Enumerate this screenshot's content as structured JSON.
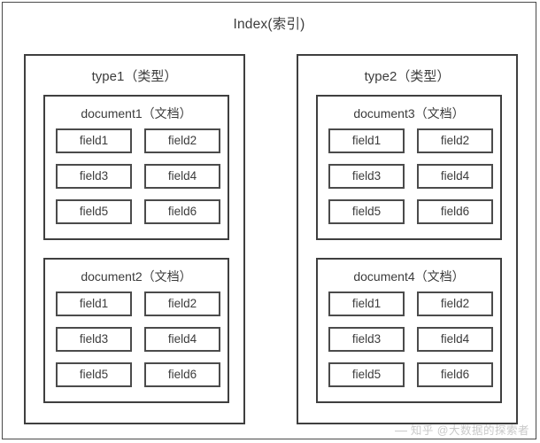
{
  "diagram": {
    "title": "Index(索引)",
    "types": [
      {
        "label": "type1（类型）",
        "documents": [
          {
            "label": "document1（文档）",
            "fields": [
              "field1",
              "field2",
              "field3",
              "field4",
              "field5",
              "field6"
            ]
          },
          {
            "label": "document2（文档）",
            "fields": [
              "field1",
              "field2",
              "field3",
              "field4",
              "field5",
              "field6"
            ]
          }
        ]
      },
      {
        "label": "type2（类型）",
        "documents": [
          {
            "label": "document3（文档）",
            "fields": [
              "field1",
              "field2",
              "field3",
              "field4",
              "field5",
              "field6"
            ]
          },
          {
            "label": "document4（文档）",
            "fields": [
              "field1",
              "field2",
              "field3",
              "field4",
              "field5",
              "field6"
            ]
          }
        ]
      }
    ],
    "watermark": "知乎 @大数据的探索者",
    "colors": {
      "background": "#ffffff",
      "border": "#3f3f3f",
      "text": "#3c3c3c",
      "watermark": "#c9c9c9"
    }
  }
}
